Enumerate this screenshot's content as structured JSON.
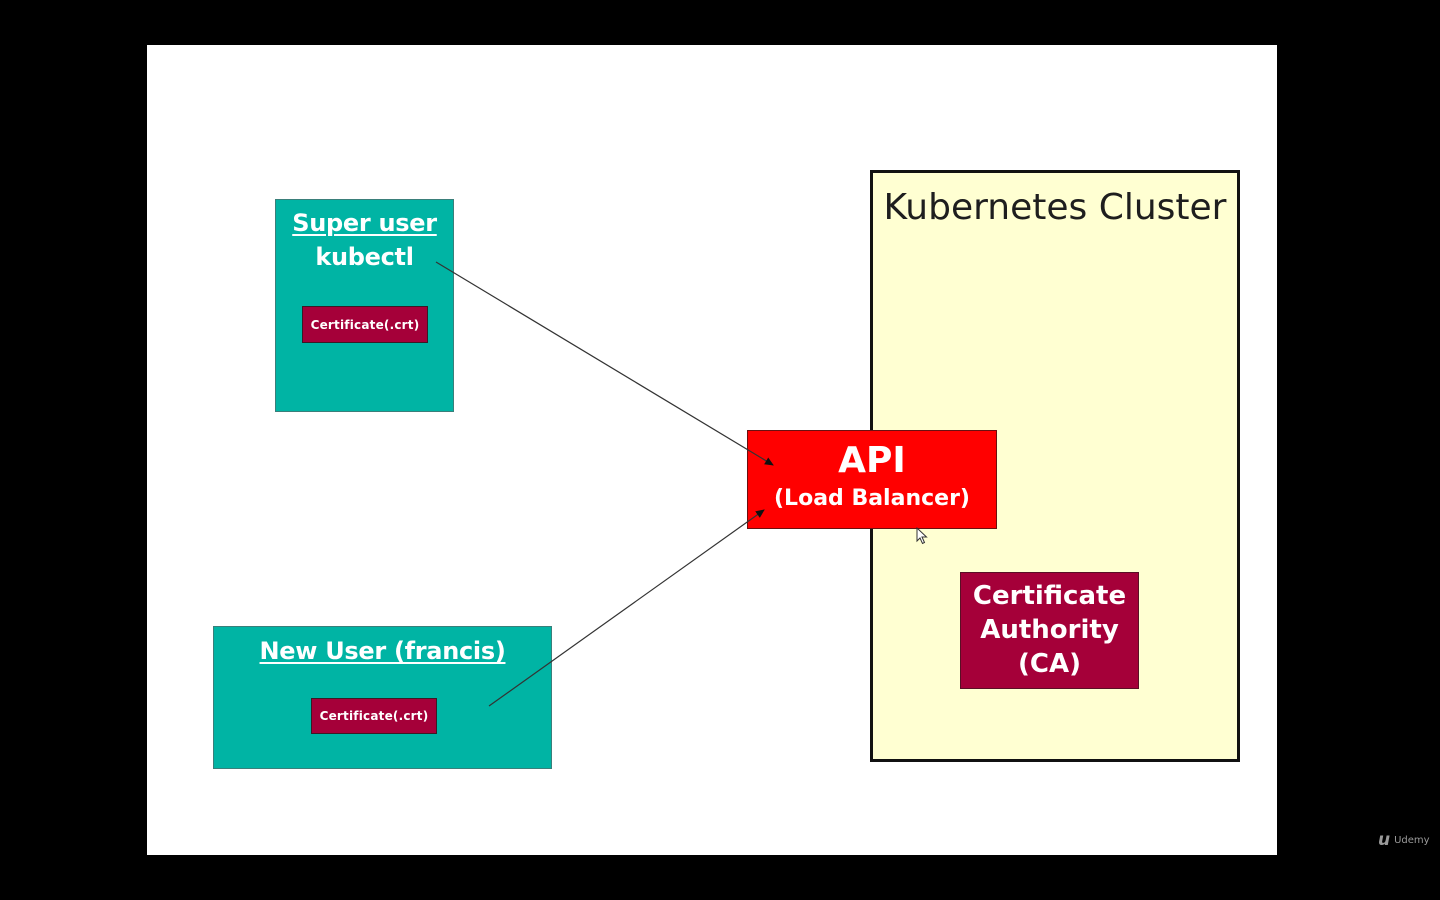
{
  "super_user": {
    "title_line1": "Super user",
    "title_line2": "kubectl",
    "certificate": "Certificate(.crt)"
  },
  "new_user": {
    "title": "New User (francis)",
    "certificate": "Certificate(.crt)"
  },
  "cluster": {
    "title": "Kubernetes Cluster"
  },
  "api": {
    "title": "API",
    "subtitle": "(Load Balancer)"
  },
  "ca": {
    "line1": "Certificate",
    "line2": "Authority",
    "line3": "(CA)"
  },
  "watermark": {
    "mark": "u",
    "text": "Udemy"
  },
  "colors": {
    "teal": "#00b4a4",
    "crimson": "#a50039",
    "api_red": "#ff0000",
    "cluster_bg": "#ffffd2"
  },
  "connections": [
    {
      "from": "super-user",
      "to": "api"
    },
    {
      "from": "new-user",
      "to": "api"
    }
  ]
}
